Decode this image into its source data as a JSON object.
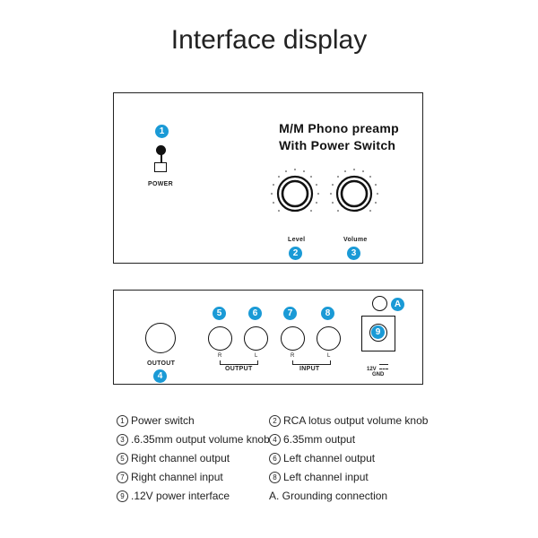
{
  "title": "Interface display",
  "front": {
    "heading_line1": "M/M Phono preamp",
    "heading_line2": "With Power Switch",
    "power_label": "POWER",
    "level_label": "Level",
    "volume_label": "Volume",
    "badges": {
      "power": "1",
      "level": "2",
      "volume": "3"
    }
  },
  "back": {
    "outout_label": "OUTOUT",
    "output_label": "OUTPUT",
    "input_label": "INPUT",
    "r_label": "R",
    "l_label": "L",
    "power_label_1": "12V",
    "power_label_2": "GND",
    "badges": {
      "outout": "4",
      "out_r": "5",
      "out_l": "6",
      "in_r": "7",
      "in_l": "8",
      "dc": "9",
      "ground": "A"
    }
  },
  "legend": [
    {
      "num": "1",
      "text": "Power switch"
    },
    {
      "num": "2",
      "text": "RCA lotus output volume knob"
    },
    {
      "num": "3",
      "text": ".6.35mm output volume knob"
    },
    {
      "num": "4",
      "text": "6.35mm output"
    },
    {
      "num": "5",
      "text": "Right channel output"
    },
    {
      "num": "6",
      "text": "Left channel output"
    },
    {
      "num": "7",
      "text": "Right channel input"
    },
    {
      "num": "8",
      "text": "Left channel input"
    },
    {
      "num": "9",
      "text": ".12V power interface"
    },
    {
      "num": "",
      "text": "A. Grounding connection"
    }
  ],
  "colors": {
    "badge": "#1a9ad6",
    "line": "#222222"
  }
}
